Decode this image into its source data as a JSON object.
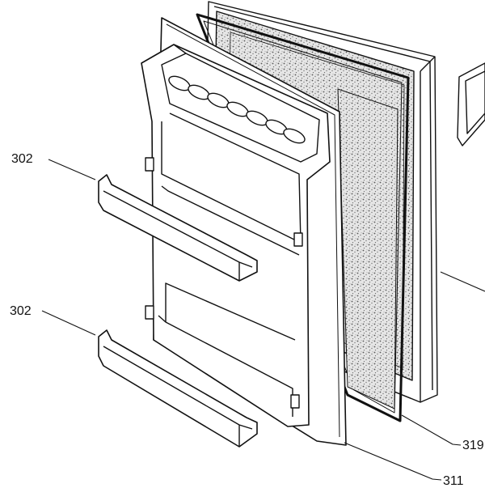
{
  "callouts": {
    "upper_shelf": "302",
    "lower_shelf": "302",
    "gasket": "319",
    "inner_panel": "311"
  },
  "colors": {
    "line": "#111111",
    "panel": "#ffffff",
    "insulation": "#d9d9d9"
  }
}
